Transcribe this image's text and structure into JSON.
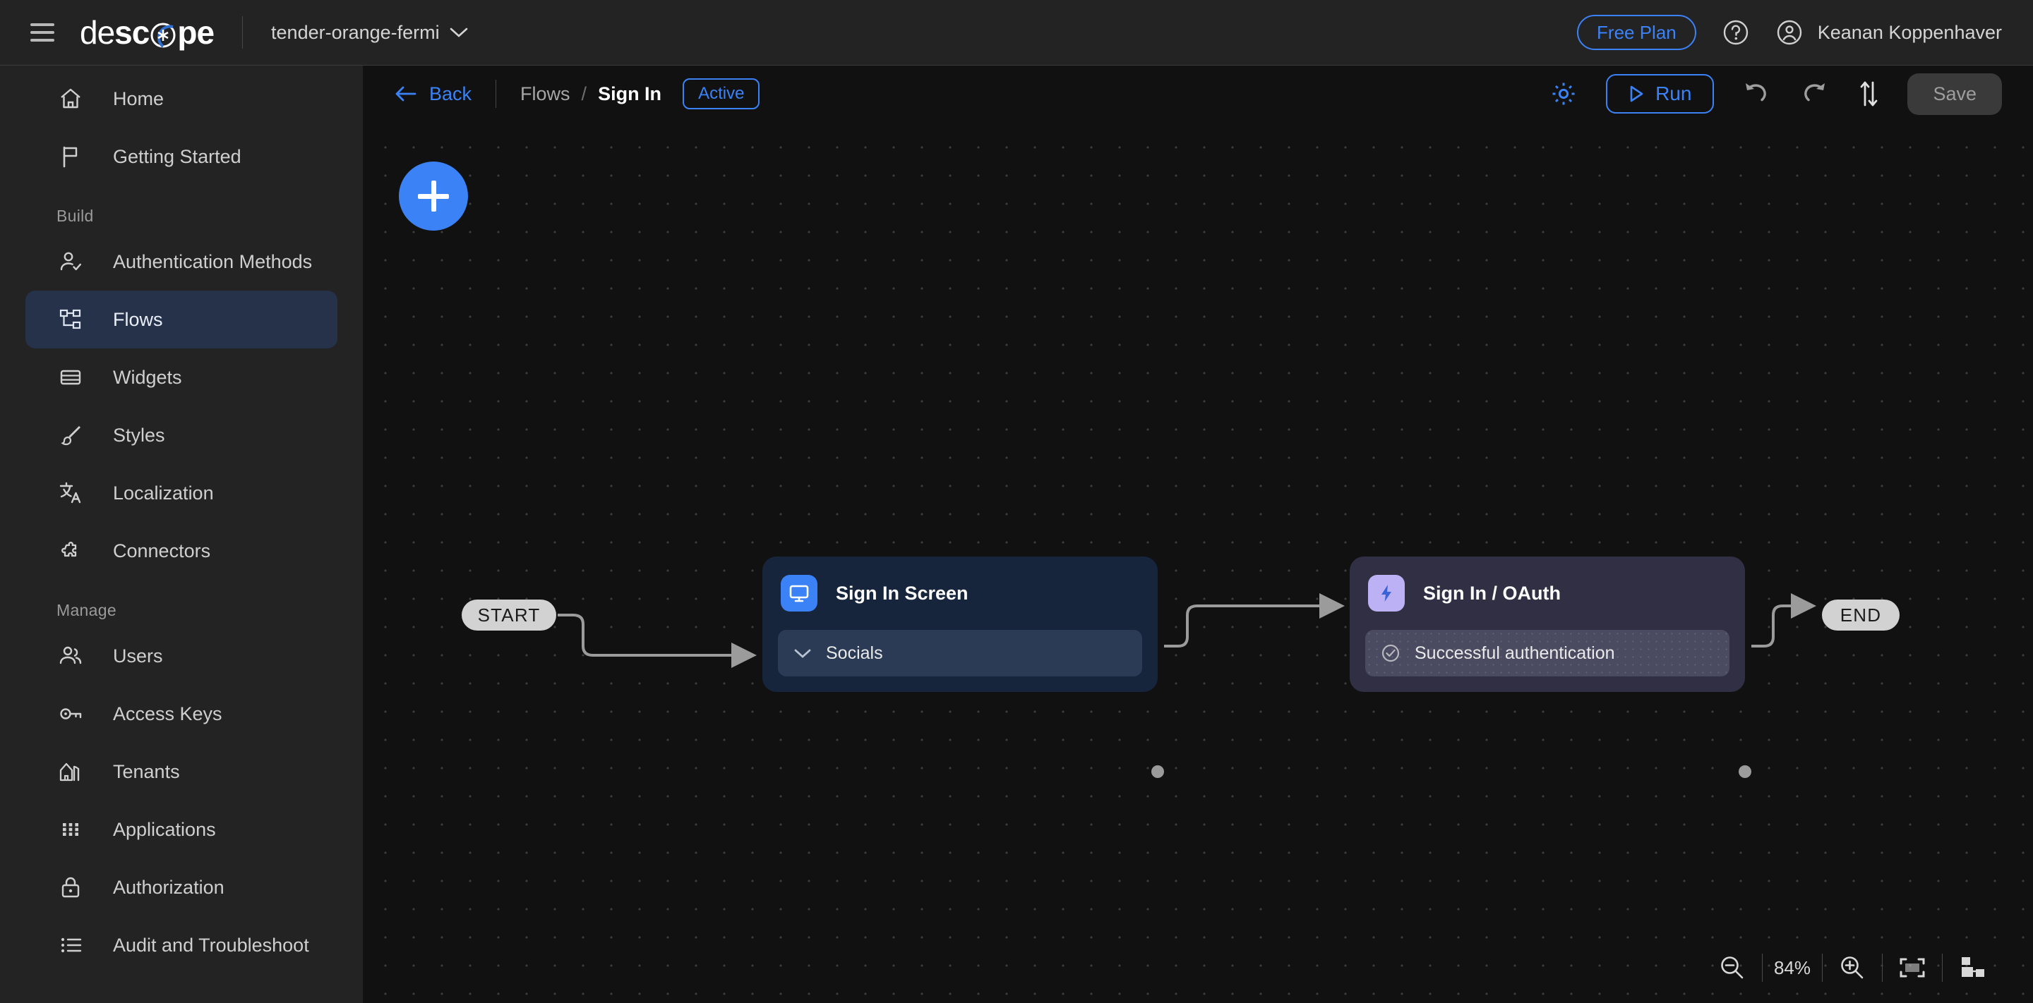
{
  "topbar": {
    "menu_icon": "hamburger-icon",
    "logo_text_part1": "de",
    "logo_text_part2": "sc",
    "logo_text_part3": "pe",
    "project_name": "tender-orange-fermi",
    "project_chevron": "chevron-down-icon",
    "plan_label": "Free Plan",
    "help_icon": "help-circle-icon",
    "account_icon": "account-circle-icon",
    "user_name": "Keanan Koppenhaver"
  },
  "sidebar": {
    "items": [
      {
        "label": "Home",
        "icon": "home-icon",
        "active": false
      },
      {
        "label": "Getting Started",
        "icon": "flag-icon",
        "active": false
      }
    ],
    "sections": [
      {
        "title": "Build",
        "items": [
          {
            "label": "Authentication Methods",
            "icon": "user-check-icon",
            "active": false
          },
          {
            "label": "Flows",
            "icon": "flow-nodes-icon",
            "active": true
          },
          {
            "label": "Widgets",
            "icon": "widgets-icon",
            "active": false
          },
          {
            "label": "Styles",
            "icon": "brush-icon",
            "active": false
          },
          {
            "label": "Localization",
            "icon": "translate-icon",
            "active": false
          },
          {
            "label": "Connectors",
            "icon": "puzzle-icon",
            "active": false
          }
        ]
      },
      {
        "title": "Manage",
        "items": [
          {
            "label": "Users",
            "icon": "users-icon",
            "active": false
          },
          {
            "label": "Access Keys",
            "icon": "key-icon",
            "active": false
          },
          {
            "label": "Tenants",
            "icon": "building-icon",
            "active": false
          },
          {
            "label": "Applications",
            "icon": "grid-dots-icon",
            "active": false
          },
          {
            "label": "Authorization",
            "icon": "lock-icon",
            "active": false
          },
          {
            "label": "Audit and Troubleshoot",
            "icon": "list-icon",
            "active": false
          }
        ]
      }
    ]
  },
  "toolbar": {
    "back_label": "Back",
    "back_icon": "arrow-left-icon",
    "breadcrumb_parent": "Flows",
    "breadcrumb_sep": "/",
    "breadcrumb_current": "Sign In",
    "status_badge": "Active",
    "settings_icon": "gear-icon",
    "run_label": "Run",
    "run_icon": "play-icon",
    "undo_icon": "undo-icon",
    "redo_icon": "redo-icon",
    "swap_icon": "arrows-vertical-icon",
    "save_label": "Save"
  },
  "canvas": {
    "add_button_icon": "plus-icon",
    "start_label": "START",
    "end_label": "END",
    "nodes": [
      {
        "id": "sign-in-screen",
        "title": "Sign In Screen",
        "icon": "screen-icon",
        "badge_color": "#3b82f6",
        "body_color": "#16253c",
        "row_label": "Socials",
        "row_icon": "chevron-down-icon"
      },
      {
        "id": "sign-in-oauth",
        "title": "Sign In / OAuth",
        "icon": "lightning-icon",
        "badge_color": "#bdb1f5",
        "body_color": "#302f44",
        "row_label": "Successful authentication",
        "row_icon": "check-circle-icon"
      }
    ]
  },
  "zoom_controls": {
    "zoom_out_icon": "zoom-out-icon",
    "zoom_level": "84%",
    "zoom_in_icon": "zoom-in-icon",
    "fit_icon": "fit-screen-icon",
    "layout_icon": "auto-layout-icon"
  },
  "colors": {
    "accent": "#3b82f6",
    "canvas_bg": "#111111",
    "panel_bg": "#232323",
    "active_nav": "#25324a"
  }
}
